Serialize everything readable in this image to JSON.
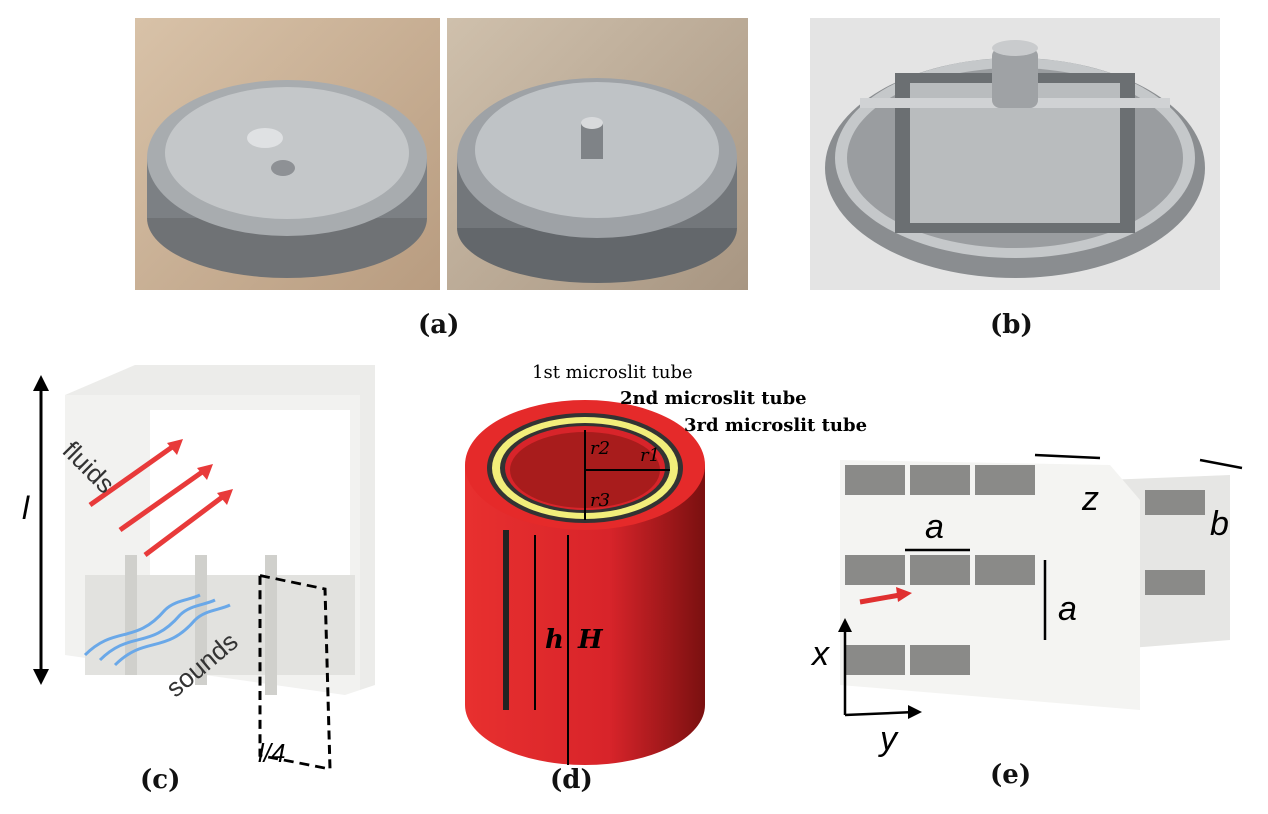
{
  "panels": {
    "a": {
      "label": "(a)"
    },
    "b": {
      "label": "(b)"
    },
    "c": {
      "label": "(c)",
      "fluids": "fluids",
      "sounds": "sounds",
      "length": "l",
      "quarter": "l/4"
    },
    "d": {
      "label": "(d)",
      "tube1": "1st microslit tube",
      "tube2": "2nd microslit tube",
      "tube3": "3rd microslit tube",
      "r1": "r1",
      "r2": "r2",
      "r3": "r3",
      "h": "h",
      "H": "H"
    },
    "e": {
      "label": "(e)",
      "z": "z",
      "a1": "a",
      "a2": "a",
      "b": "b",
      "x": "x",
      "y": "y"
    }
  },
  "colors": {
    "cylinder_red": "#d8242a",
    "tube_yellow": "#f2ee7a",
    "arrow_red": "#e83a3a",
    "arrow_blue": "#6aa8e8"
  }
}
